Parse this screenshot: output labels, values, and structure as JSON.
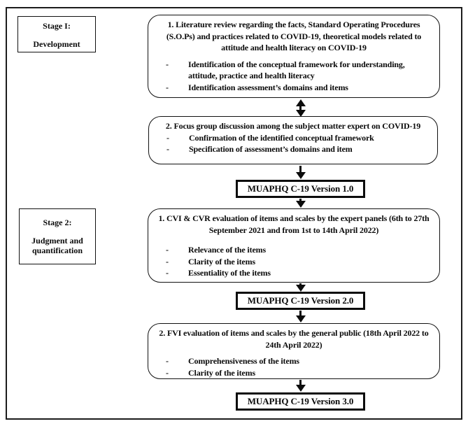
{
  "colors": {
    "ink": "#0a0a0a",
    "background": "#ffffff"
  },
  "bullet_marker": "-",
  "stage1": {
    "title": "Stage I:",
    "subtitle": "Development"
  },
  "stage2": {
    "title": "Stage 2:",
    "subtitle": "Judgment and quantification"
  },
  "flow": {
    "box1": {
      "heading": "1. Literature review regarding the facts, Standard Operating Procedures (S.O.Ps) and practices related to COVID-19, theoretical models related to attitude and health literacy on COVID-19",
      "bullets": [
        "Identification of the conceptual framework for understanding, attitude, practice and health literacy",
        "Identification assessment’s domains and items"
      ]
    },
    "box2": {
      "heading": "2. Focus group discussion among the subject matter expert on COVID-19",
      "bullets": [
        "Confirmation of the identified conceptual framework",
        "Specification of assessment’s domains and item"
      ]
    },
    "version1": {
      "label": "MUAPHQ C-19 Version 1.0"
    },
    "box3": {
      "heading": "1. CVI & CVR evaluation of items and scales by the expert panels (6th to 27th September 2021 and from 1st to 14th April 2022)",
      "bullets": [
        "Relevance of the items",
        "Clarity of the items",
        "Essentiality of the items"
      ]
    },
    "version2": {
      "label": "MUAPHQ C-19 Version 2.0"
    },
    "box4": {
      "heading": "2. FVI evaluation of items and scales by the general public (18th April 2022 to 24th April 2022)",
      "bullets": [
        "Comprehensiveness of the items",
        "Clarity of the items"
      ]
    },
    "version3": {
      "label": "MUAPHQ C-19 Version 3.0"
    }
  }
}
